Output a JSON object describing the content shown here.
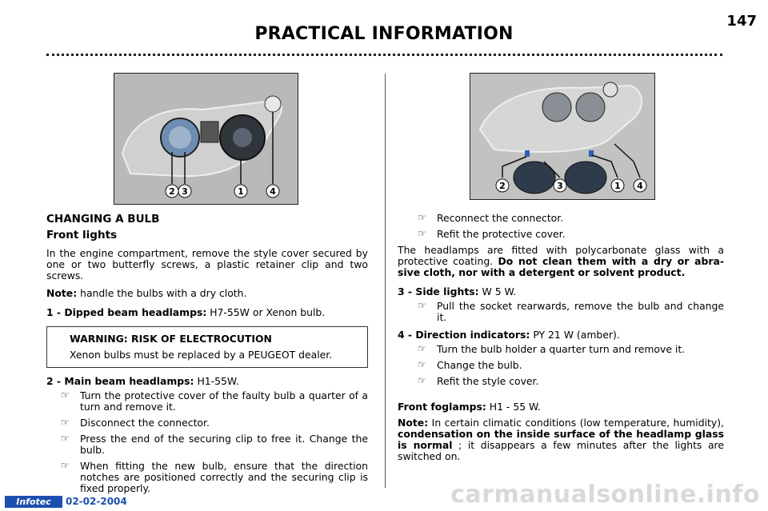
{
  "header": {
    "page_number": "147",
    "title": "PRACTICAL INFORMATION"
  },
  "figures": {
    "left_callouts": [
      "2",
      "3",
      "1",
      "4"
    ],
    "right_callouts": [
      "2",
      "3",
      "1",
      "4"
    ]
  },
  "left": {
    "section_title": "CHANGING A BULB",
    "subsection_title": "Front lights",
    "intro": "In the engine compartment, remove the style cover secured by one or two butterfly screws, a plastic retainer clip and two screws.",
    "note_label": "Note:",
    "note_text": " handle the bulbs with a dry cloth.",
    "item1_label": "1 - Dipped beam headlamps:",
    "item1_text": " H7-55W or Xenon bulb.",
    "warning_title": "WARNING: RISK OF ELECTROCUTION",
    "warning_text": "Xenon bulbs must be replaced by a PEUGEOT dealer.",
    "item2_label": "2 -   Main beam headlamps:",
    "item2_text": " H1-55W.",
    "item2_steps": [
      "Turn the protective cover of the faulty bulb a quarter of a turn and remove it.",
      "Disconnect the connector.",
      "Press the end of the securing clip to free it.  Change the bulb.",
      "When fitting the new bulb, ensure that the direction notches are positioned correctly and the securing clip is fixed properly."
    ]
  },
  "right": {
    "top_steps": [
      "Reconnect the connector.",
      "Refit the protective cover."
    ],
    "glass_text": "The headlamps are fitted with polycarbonate glass with a protective coating. ",
    "glass_bold": "Do not clean them with a dry or abra-sive cloth, nor with a detergent or solvent product.",
    "item3_label": "3 -  Side lights:",
    "item3_text": " W 5 W.",
    "item3_steps": [
      "Pull the socket rearwards, remove the bulb and change it."
    ],
    "item4_label": "4 -  Direction indicators:",
    "item4_text": " PY 21 W (amber).",
    "item4_steps": [
      "Turn the bulb holder a quarter turn and remove it.",
      "Change the bulb.",
      "Refit the style cover."
    ],
    "fog_label": "Front foglamps:",
    "fog_text": " H1 - 55 W.",
    "note2_label": "Note:",
    "note2_text1": " In certain climatic conditions (low temperature, humidity), ",
    "note2_bold": "condensation on the inside surface of the headlamp glass is normal",
    "note2_text2": " ; it disappears a few minutes after the lights are switched on."
  },
  "footer": {
    "logo": "Infotec",
    "date": "02-02-2004",
    "watermark": "carmanualsonline.info"
  },
  "icons": {
    "step_bullet": "pointing-hand-icon"
  }
}
